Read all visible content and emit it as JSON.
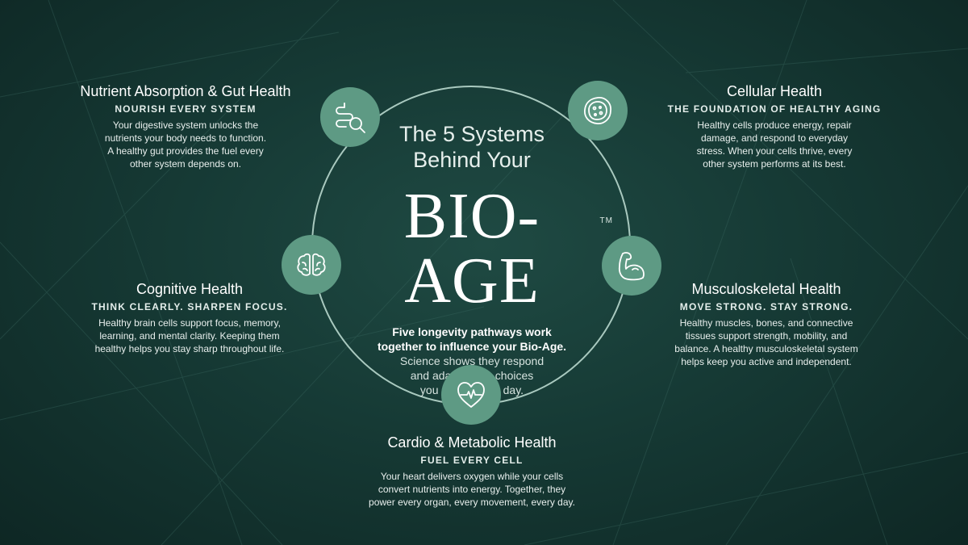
{
  "center": {
    "headline_line1": "The 5 Systems",
    "headline_line2": "Behind Your",
    "brand": "BIO-AGE",
    "trademark": "TM",
    "lead_bold_line1": "Five longevity pathways work",
    "lead_bold_line2": "together to influence your Bio-Age.",
    "lead_line1": "Science shows they respond",
    "lead_line2": "and adapt to the choices",
    "lead_line3": "you make every day."
  },
  "systems": {
    "gut": {
      "title": "Nutrient Absorption & Gut Health",
      "subtitle": "NOURISH EVERY SYSTEM",
      "body": [
        "Your digestive system unlocks the",
        "nutrients your body needs to function.",
        "A healthy gut provides the fuel every",
        "other system depends on."
      ],
      "icon": "intestine-magnifier-icon"
    },
    "cellular": {
      "title": "Cellular Health",
      "subtitle": "THE FOUNDATION OF HEALTHY AGING",
      "body": [
        "Healthy cells produce energy, repair",
        "damage, and respond to everyday",
        "stress. When your cells thrive, every",
        "other system performs at its best."
      ],
      "icon": "cell-icon"
    },
    "cognitive": {
      "title": "Cognitive Health",
      "subtitle": "THINK CLEARLY. SHARPEN FOCUS.",
      "body": [
        "Healthy brain cells support focus, memory,",
        "learning, and mental clarity. Keeping them",
        "healthy helps you stay sharp throughout life."
      ],
      "icon": "brain-icon"
    },
    "musculoskeletal": {
      "title": "Musculoskeletal Health",
      "subtitle": "MOVE STRONG. STAY STRONG.",
      "body": [
        "Healthy muscles, bones, and connective",
        "tissues support strength, mobility, and",
        "balance. A healthy musculoskeletal system",
        "helps keep you active and independent."
      ],
      "icon": "flexed-arm-icon"
    },
    "cardio": {
      "title": "Cardio & Metabolic Health",
      "subtitle": "FUEL EVERY CELL",
      "body": [
        "Your heart delivers oxygen while your cells",
        "convert nutrients into energy. Together, they",
        "power every organ, every movement, every day."
      ],
      "icon": "heart-pulse-icon"
    }
  },
  "colors": {
    "background": "#163a35",
    "node_fill": "#5e9a84",
    "ring": "#a9c9bf",
    "text": "#ffffff"
  }
}
